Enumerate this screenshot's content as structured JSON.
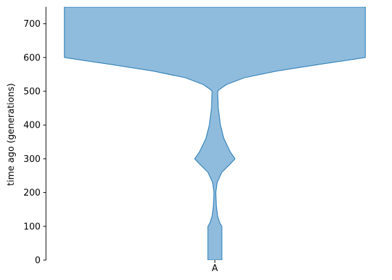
{
  "chart_data": {
    "type": "area",
    "ylabel": "time ago (generations)",
    "xlabel": "",
    "ylim": [
      0,
      750
    ],
    "yticks": [
      0,
      100,
      200,
      300,
      400,
      500,
      600,
      700
    ],
    "xticks": [
      "A"
    ],
    "grid": false,
    "x_extent": [
      -1,
      1
    ],
    "series": [
      {
        "fill_color": "#8fbbdc",
        "edge_color": "#1f77b4",
        "half_width_profile": [
          {
            "t": 0,
            "w": 0.045
          },
          {
            "t": 100,
            "w": 0.045
          },
          {
            "t": 110,
            "w": 0.032
          },
          {
            "t": 130,
            "w": 0.018
          },
          {
            "t": 160,
            "w": 0.01
          },
          {
            "t": 200,
            "w": 0.006
          },
          {
            "t": 230,
            "w": 0.015
          },
          {
            "t": 260,
            "w": 0.045
          },
          {
            "t": 285,
            "w": 0.1
          },
          {
            "t": 300,
            "w": 0.13
          },
          {
            "t": 320,
            "w": 0.1
          },
          {
            "t": 360,
            "w": 0.058
          },
          {
            "t": 400,
            "w": 0.036
          },
          {
            "t": 450,
            "w": 0.022
          },
          {
            "t": 500,
            "w": 0.018
          },
          {
            "t": 505,
            "w": 0.028
          },
          {
            "t": 520,
            "w": 0.075
          },
          {
            "t": 540,
            "w": 0.19
          },
          {
            "t": 560,
            "w": 0.4
          },
          {
            "t": 580,
            "w": 0.68
          },
          {
            "t": 595,
            "w": 0.9
          },
          {
            "t": 600,
            "w": 0.97
          },
          {
            "t": 600,
            "w": 0.97
          },
          {
            "t": 750,
            "w": 0.97
          }
        ]
      }
    ]
  }
}
